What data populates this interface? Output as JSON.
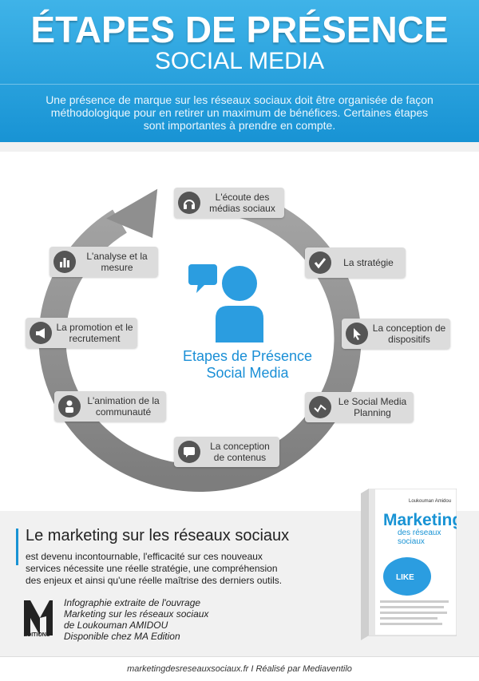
{
  "header": {
    "title": "ÉTAPES DE PRÉSENCE",
    "subtitle": "SOCIAL MEDIA",
    "intro": "Une présence de marque sur les réseaux sociaux doit être organisée de façon méthodologique pour en retirer un maximum de bénéfices. Certaines étapes sont importantes à prendre en compte."
  },
  "cycle": {
    "center_label_line1": "Etapes de Présence",
    "center_label_line2": "Social Media",
    "steps": [
      {
        "label": "L'écoute des médias sociaux",
        "icon": "headphones-icon"
      },
      {
        "label": "La stratégie",
        "icon": "checkmark-icon"
      },
      {
        "label": "La conception de dispositifs",
        "icon": "cursor-icon"
      },
      {
        "label": "Le Social Media Planning",
        "icon": "chart-line-icon"
      },
      {
        "label": "La conception de contenus",
        "icon": "speech-bubble-icon"
      },
      {
        "label": "L'animation de la communauté",
        "icon": "person-icon"
      },
      {
        "label": "La promotion et le recrutement",
        "icon": "megaphone-icon"
      },
      {
        "label": "L'analyse et la mesure",
        "icon": "bar-chart-icon"
      }
    ]
  },
  "book_promo": {
    "title": "Le marketing sur les réseaux sociaux",
    "text": "est devenu incontournable, l'efficacité sur ces nouveaux services nécessite une réelle stratégie, une compréhension des enjeux et ainsi qu'une réelle maîtrise des derniers outils.",
    "credit_line1": "Infographie extraite de l'ouvrage",
    "credit_line2": "Marketing sur les réseaux sociaux",
    "credit_line3": "de Loukouman AMIDOU",
    "credit_line4": "Disponible chez MA Edition",
    "logo_word": "ÉDITIONS",
    "book_author": "Loukouman Amidou",
    "book_title1": "Marketing",
    "book_title2": "des réseaux",
    "book_title3": "sociaux",
    "book_like": "LIKE"
  },
  "footer": {
    "text": "marketingdesreseauxsociaux.fr  I  Réalisé par Mediaventilo"
  },
  "colors": {
    "accent": "#1893d4",
    "ring": "#8f8f8f",
    "box": "#dcdcdc",
    "icon_bg": "#555555"
  }
}
